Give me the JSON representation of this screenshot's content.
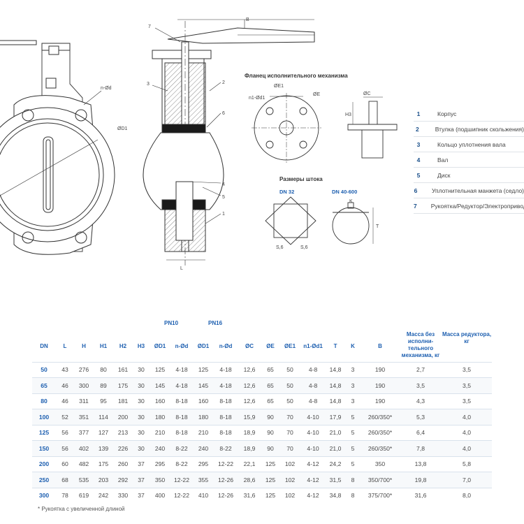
{
  "drawing": {
    "flange_title": "Фланец исполнительного механизма",
    "stem_title": "Размеры штока",
    "stem_left_label": "DN 32",
    "stem_right_label": "DN 40-600",
    "dims": {
      "B": "B",
      "L": "L",
      "nd": "n-Ød",
      "D1": "ØD1",
      "n1d1": "n1-Ød1",
      "E1": "ØE1",
      "E": "ØE",
      "C": "ØC",
      "H3": "H3",
      "K": "K",
      "T": "T",
      "S": "S,6"
    },
    "callouts": [
      "7",
      "3",
      "2",
      "6",
      "4",
      "5",
      "1"
    ]
  },
  "legend": [
    {
      "num": "1",
      "text": "Корпус"
    },
    {
      "num": "2",
      "text": "Втулка (подшипник скольжения)"
    },
    {
      "num": "3",
      "text": "Кольцо уплотнения вала"
    },
    {
      "num": "4",
      "text": "Вал"
    },
    {
      "num": "5",
      "text": "Диск"
    },
    {
      "num": "6",
      "text": "Уплотнительная манжета (седло)"
    },
    {
      "num": "7",
      "text": "Рукоятка/Редуктор/Электропривод"
    }
  ],
  "table": {
    "group_pn10": "PN10",
    "group_pn16": "PN16",
    "headers": [
      "DN",
      "L",
      "H",
      "H1",
      "H2",
      "H3",
      "ØD1",
      "n-Ød",
      "ØD1",
      "n-Ød",
      "ØC",
      "ØE",
      "ØE1",
      "n1-Ød1",
      "T",
      "K",
      "B",
      "Масса без исполни-тельного механизма, кг",
      "Масса редуктора, кг"
    ],
    "rows": [
      [
        "50",
        "43",
        "276",
        "80",
        "161",
        "30",
        "125",
        "4-18",
        "125",
        "4-18",
        "12,6",
        "65",
        "50",
        "4-8",
        "14,8",
        "3",
        "190",
        "2,7",
        "3,5"
      ],
      [
        "65",
        "46",
        "300",
        "89",
        "175",
        "30",
        "145",
        "4-18",
        "145",
        "4-18",
        "12,6",
        "65",
        "50",
        "4-8",
        "14,8",
        "3",
        "190",
        "3,5",
        "3,5"
      ],
      [
        "80",
        "46",
        "311",
        "95",
        "181",
        "30",
        "160",
        "8-18",
        "160",
        "8-18",
        "12,6",
        "65",
        "50",
        "4-8",
        "14,8",
        "3",
        "190",
        "4,3",
        "3,5"
      ],
      [
        "100",
        "52",
        "351",
        "114",
        "200",
        "30",
        "180",
        "8-18",
        "180",
        "8-18",
        "15,9",
        "90",
        "70",
        "4-10",
        "17,9",
        "5",
        "260/350*",
        "5,3",
        "4,0"
      ],
      [
        "125",
        "56",
        "377",
        "127",
        "213",
        "30",
        "210",
        "8-18",
        "210",
        "8-18",
        "18,9",
        "90",
        "70",
        "4-10",
        "21,0",
        "5",
        "260/350*",
        "6,4",
        "4,0"
      ],
      [
        "150",
        "56",
        "402",
        "139",
        "226",
        "30",
        "240",
        "8-22",
        "240",
        "8-22",
        "18,9",
        "90",
        "70",
        "4-10",
        "21,0",
        "5",
        "260/350*",
        "7,8",
        "4,0"
      ],
      [
        "200",
        "60",
        "482",
        "175",
        "260",
        "37",
        "295",
        "8-22",
        "295",
        "12-22",
        "22,1",
        "125",
        "102",
        "4-12",
        "24,2",
        "5",
        "350",
        "13,8",
        "5,8"
      ],
      [
        "250",
        "68",
        "535",
        "203",
        "292",
        "37",
        "350",
        "12-22",
        "355",
        "12-26",
        "28,6",
        "125",
        "102",
        "4-12",
        "31,5",
        "8",
        "350/700*",
        "19,8",
        "7,0"
      ],
      [
        "300",
        "78",
        "619",
        "242",
        "330",
        "37",
        "400",
        "12-22",
        "410",
        "12-26",
        "31,6",
        "125",
        "102",
        "4-12",
        "34,8",
        "8",
        "375/700*",
        "31,6",
        "8,0"
      ]
    ]
  },
  "footnote": "* Рукоятка с увеличенной длиной",
  "colors": {
    "accent": "#1d5fb0",
    "line": "#333333",
    "seal": "#1a1a1a"
  }
}
